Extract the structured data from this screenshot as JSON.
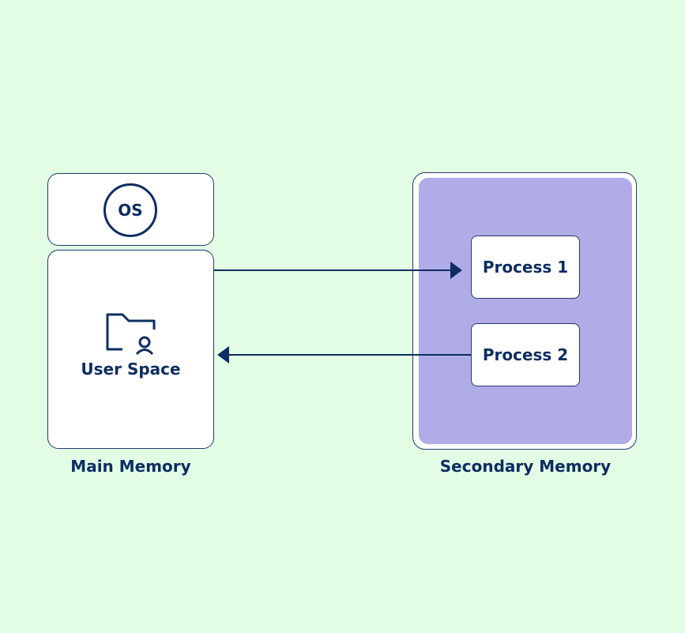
{
  "main_memory": {
    "caption": "Main Memory",
    "os_label": "OS",
    "user_space_label": "User Space"
  },
  "secondary_memory": {
    "caption": "Secondary Memory",
    "processes": [
      {
        "label": "Process 1"
      },
      {
        "label": "Process 2"
      }
    ]
  },
  "arrows": [
    {
      "from": "User Space",
      "to": "Process 1",
      "direction": "right"
    },
    {
      "from": "Process 2",
      "to": "User Space",
      "direction": "left"
    }
  ],
  "colors": {
    "background": "#e3fde5",
    "primary": "#0d2d62",
    "secondary_fill": "#b0ace8",
    "box_fill": "#ffffff"
  }
}
